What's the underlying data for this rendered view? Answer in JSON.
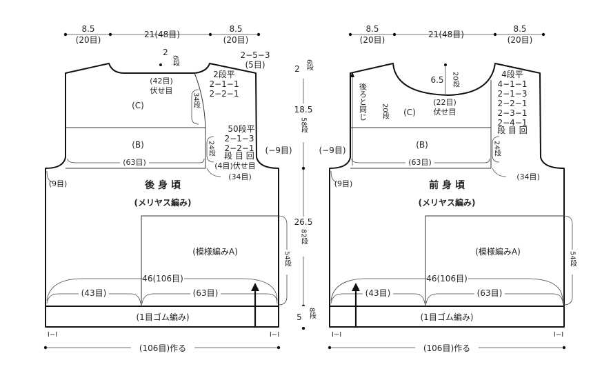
{
  "back": {
    "title": "後 身 頃",
    "subtitle": "(メリヤス編み)",
    "section_c": "(C)",
    "section_b": "(B)",
    "pattern": "(模様編みA)",
    "rib": "(1目ゴム編み)",
    "top_shoulder_left": {
      "cm": "8.5",
      "sts": "(20目)"
    },
    "top_neck": "21(48目)",
    "top_shoulder_right": {
      "cm": "8.5",
      "sts": "(20目)"
    },
    "neck_rows": {
      "num": "2",
      "rows": "6段"
    },
    "neck_bindoff": [
      "(42目)",
      "伏せ目"
    ],
    "shoulder_shaping": [
      "2−5−3",
      "(5目)"
    ],
    "shoulder_detail": [
      "2段平",
      "2−1−1",
      "2−2−1"
    ],
    "armhole_upper_rows": "34段",
    "armhole_detail": [
      "50段平",
      "2−1−3",
      "2−2−1",
      "段 目 回",
      "(4目)伏せ目"
    ],
    "armhole_lower_rows": "24段",
    "armhole_minus": "(−9目)",
    "yoke_width": "(63目)",
    "side_left": "(9目)",
    "side_right": "(34目)",
    "pattern_rows": "54段",
    "lower_width": "46(106目)",
    "bottom_left": "(43目)",
    "bottom_right": "(63目)",
    "rib_mark": "I−I",
    "cast_on": "(106目)作る"
  },
  "front": {
    "title": "前 身 頃",
    "subtitle": "(メリヤス編み)",
    "section_c": "(C)",
    "section_b": "(B)",
    "pattern": "(模様編みA)",
    "rib": "(1目ゴム編み)",
    "top_shoulder_left": {
      "cm": "8.5",
      "sts": "(20目)"
    },
    "top_neck": "21(48目)",
    "top_shoulder_right": {
      "cm": "8.5",
      "sts": "(20目)"
    },
    "same_as_back": "後ろと同じ",
    "neck_depth": {
      "cm": "6.5",
      "rows": "20段"
    },
    "neck_rows_left": "20段",
    "neck_bindoff": [
      "(22目)",
      "伏せ目"
    ],
    "neck_detail": [
      "4段平",
      "4−1−1",
      "2−1−3",
      "2−2−1",
      "2−3−1",
      "2−4−1",
      "段 目 回"
    ],
    "armhole_rows": "24段",
    "armhole_minus": "(−9目)",
    "yoke_width": "(63目)",
    "side_left": "(9目)",
    "side_right": "(34目)",
    "pattern_rows": "54段",
    "lower_width": "46(106目)",
    "bottom_left": "(43目)",
    "bottom_right": "(63目)",
    "rib_mark": "I−I",
    "cast_on": "(106目)作る"
  },
  "center": {
    "top": {
      "cm": "2",
      "rows": "6段"
    },
    "upper": {
      "cm": "18.5",
      "rows": "58段"
    },
    "middle": {
      "cm": "26.5",
      "rows": "82段"
    },
    "bottom": {
      "cm": "5",
      "rows": "8段"
    }
  }
}
